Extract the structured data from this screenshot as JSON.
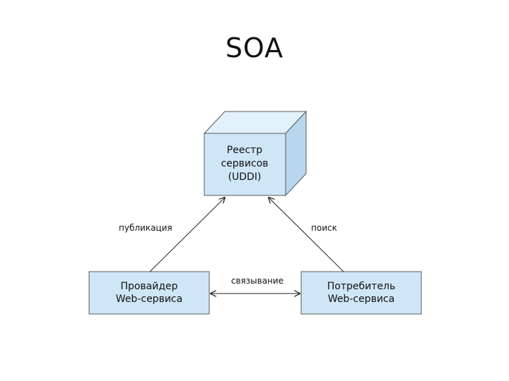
{
  "title": "SOA",
  "colors": {
    "box_fill": "#cfe6f7",
    "box_side": "#b7d7ef",
    "box_top": "#e3f1fb",
    "stroke": "#5a5a5a",
    "line": "#222222"
  },
  "nodes": {
    "registry": {
      "lines": [
        "Реестр",
        "сервисов",
        "(UDDI)"
      ]
    },
    "provider": {
      "lines": [
        "Провайдер",
        "Web-сервиса"
      ]
    },
    "consumer": {
      "lines": [
        "Потребитель",
        "Web-сервиса"
      ]
    }
  },
  "edges": {
    "publish": "публикация",
    "find": "поиск",
    "bind": "связывание"
  }
}
